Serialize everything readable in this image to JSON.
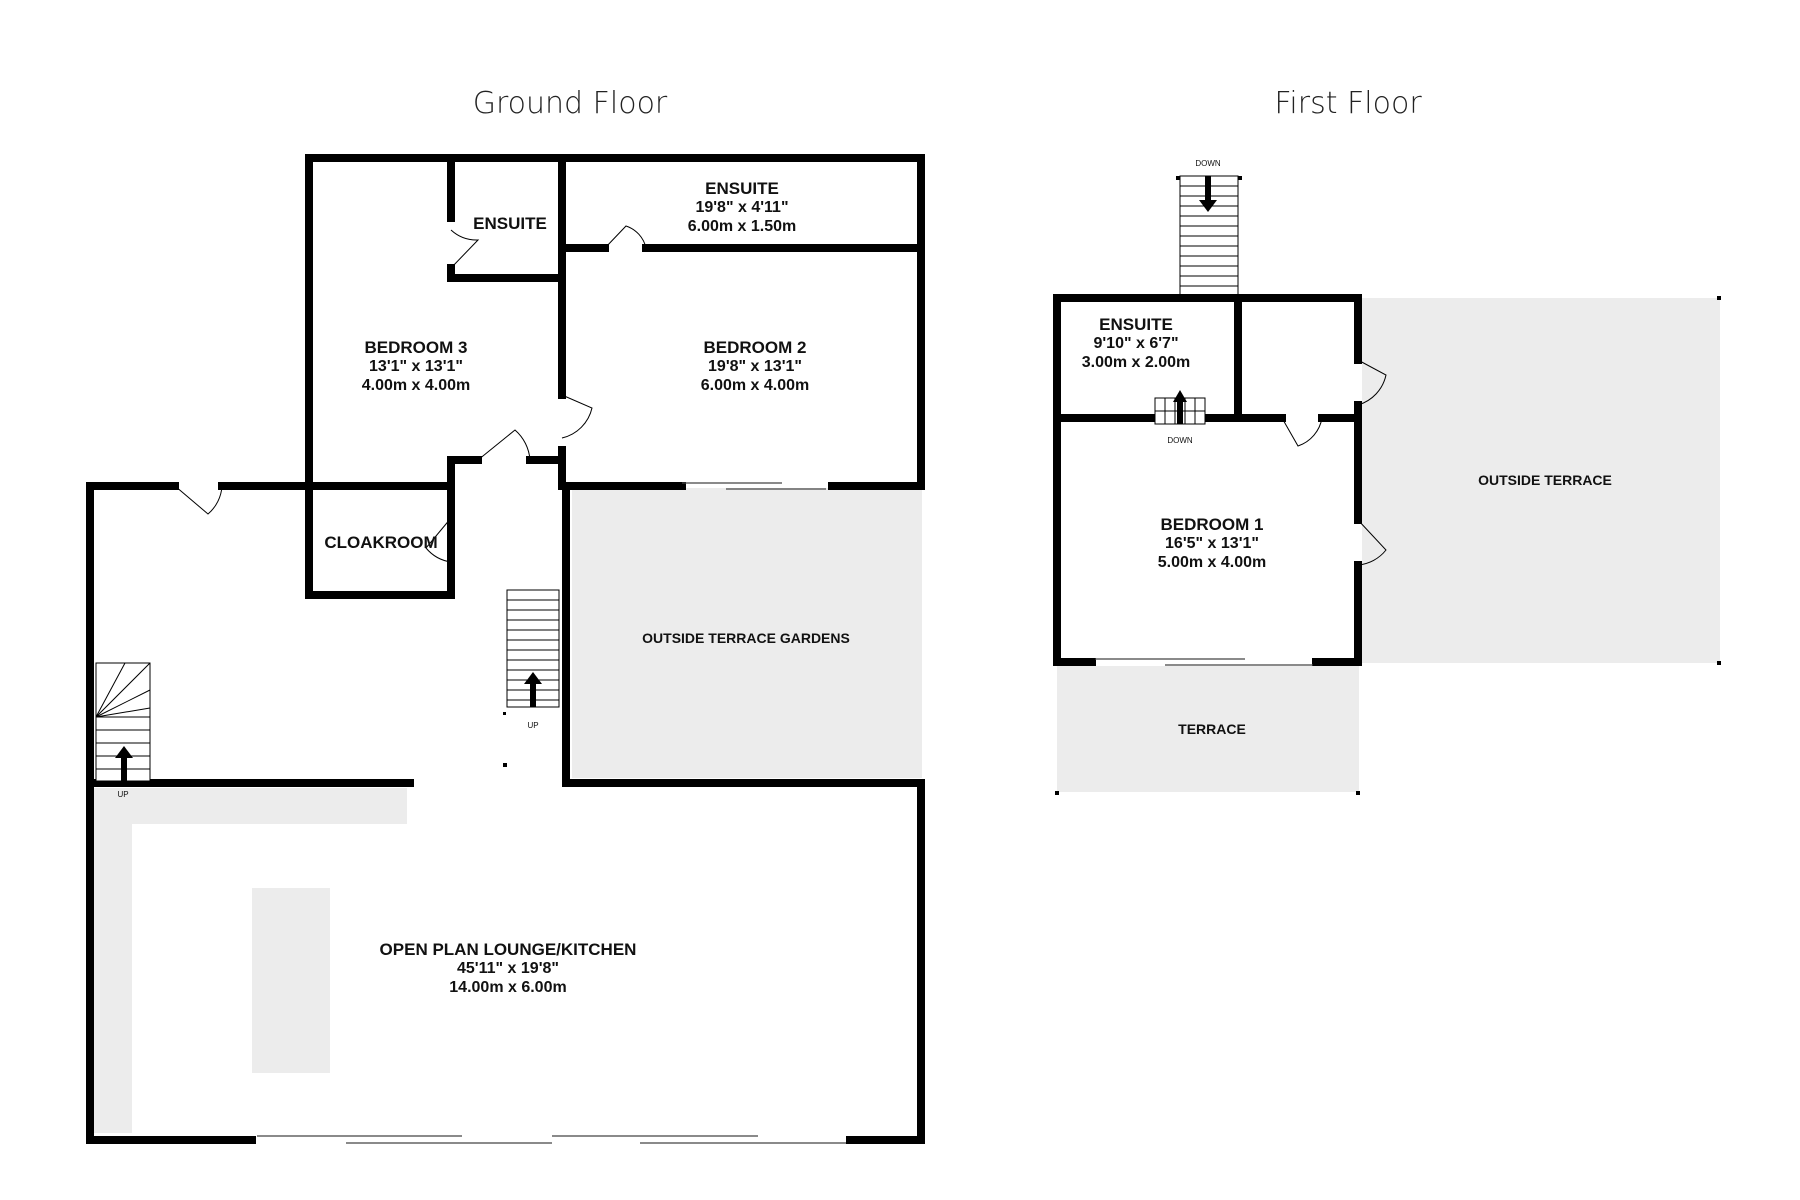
{
  "floors": {
    "ground": {
      "title": "Ground Floor",
      "rooms": {
        "ensuite_small": {
          "name": "ENSUITE"
        },
        "ensuite_large": {
          "name": "ENSUITE",
          "dim_imperial": "19'8\"  x 4'11\"",
          "dim_metric": "6.00m  x 1.50m"
        },
        "bedroom3": {
          "name": "BEDROOM 3",
          "dim_imperial": "13'1\"  x 13'1\"",
          "dim_metric": "4.00m  x 4.00m"
        },
        "bedroom2": {
          "name": "BEDROOM 2",
          "dim_imperial": "19'8\"  x 13'1\"",
          "dim_metric": "6.00m  x 4.00m"
        },
        "cloakroom": {
          "name": "CLOAKROOM"
        },
        "terrace_gardens": {
          "name": "OUTSIDE TERRACE GARDENS"
        },
        "lounge": {
          "name": "OPEN PLAN LOUNGE/KITCHEN",
          "dim_imperial": "45'11\"  x 19'8\"",
          "dim_metric": "14.00m  x 6.00m"
        }
      },
      "stairs": {
        "center_label": "UP",
        "left_label": "UP"
      }
    },
    "first": {
      "title": "First Floor",
      "rooms": {
        "ensuite": {
          "name": "ENSUITE",
          "dim_imperial": "9'10\"  x 6'7\"",
          "dim_metric": "3.00m  x 2.00m"
        },
        "bedroom1": {
          "name": "BEDROOM 1",
          "dim_imperial": "16'5\"  x 13'1\"",
          "dim_metric": "5.00m  x 4.00m"
        },
        "outside_terrace": {
          "name": "OUTSIDE TERRACE"
        },
        "terrace": {
          "name": "TERRACE"
        }
      },
      "stairs": {
        "top_label": "DOWN",
        "inner_label": "DOWN"
      }
    }
  },
  "colors": {
    "wall": "#000000",
    "shade": "#ececec",
    "background": "#ffffff"
  }
}
